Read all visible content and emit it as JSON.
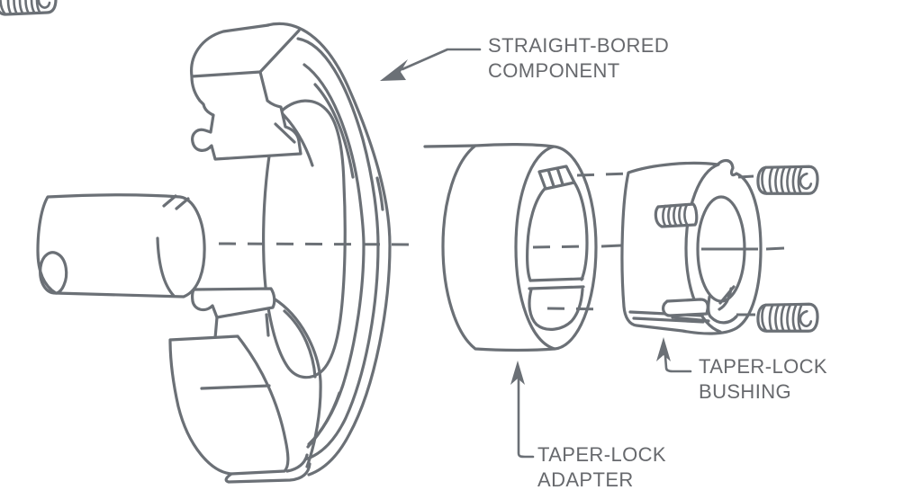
{
  "figure": {
    "labels": {
      "straight_bored_component": [
        "STRAIGHT-BORED",
        "COMPONENT"
      ],
      "taper_lock_adapter": [
        "TAPER-LOCK",
        "ADAPTER"
      ],
      "taper_lock_bushing": [
        "TAPER-LOCK",
        "BUSHING"
      ]
    },
    "colors": {
      "line": "#6b7076",
      "text": "#67696d",
      "background": "#ffffff"
    }
  }
}
